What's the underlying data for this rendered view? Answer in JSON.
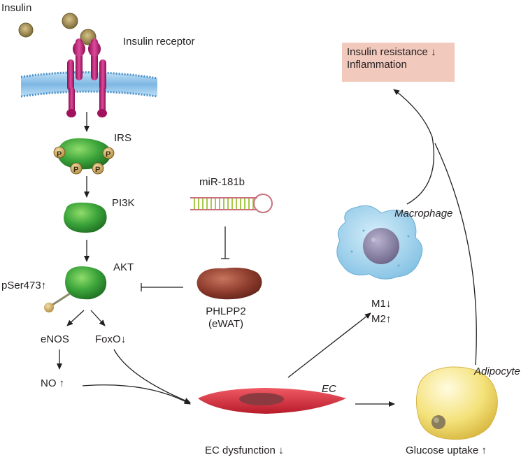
{
  "labels": {
    "insulin": "Insulin",
    "insulin_receptor": "Insulin receptor",
    "irs": "IRS",
    "phospho": "P",
    "pi3k": "PI3K",
    "akt": "AKT",
    "pser473": "pSer473",
    "enos": "eNOS",
    "foxo": "FoxO",
    "no": "NO",
    "mir181b": "miR-181b",
    "phlpp2_line1": "PHLPP2",
    "phlpp2_line2": "(eWAT)",
    "macrophage": "Macrophage",
    "m1": "M1",
    "m2": "M2",
    "ec": "EC",
    "ec_dysfunction": "EC dysfunction",
    "adipocyte": "Adipocyte",
    "glucose_uptake": "Glucose uptake",
    "insulin_resistance": "Insulin resistance",
    "inflammation": "Inflammation"
  },
  "arrows": {
    "up": "↑",
    "down": "↓"
  },
  "colors": {
    "membrane": "#8fc3ea",
    "receptor": "#c2187a",
    "enzyme_green": "#3ba43a",
    "phosphate": "#c8a257",
    "phlpp2": "#8b3a2b",
    "macrophage": "#9fd0ea",
    "endothelial_cell": "#d92b3a",
    "adipocyte": "#f4e27a",
    "outcome_box": "#f2c9bd"
  }
}
